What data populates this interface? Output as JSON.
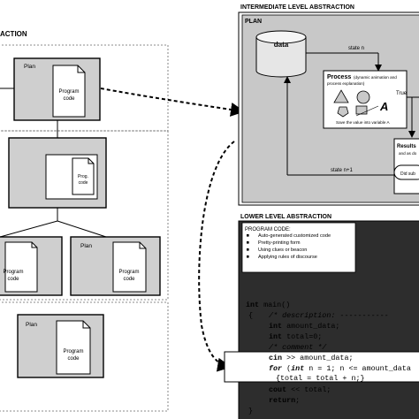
{
  "left_panel": {
    "title": "ACTION",
    "plan_label": "Plan",
    "doc_label_line1": "Program",
    "doc_label_line2": "code",
    "small_doc_line1": "Prog.",
    "small_doc_line2": "code"
  },
  "intermediate": {
    "section_title": "INTERMEDIATE LEVEL ABSTRACTION",
    "panel_title": "PLAN",
    "data_label": "data",
    "state_n": "state n",
    "state_n1": "state n+1",
    "process_title": "Process",
    "process_subtitle_1": "(dynamic animation and",
    "process_subtitle_2": "process explanation)",
    "variable_glyph": "A",
    "save_caption": "Save the value into variable A",
    "true_label": "True",
    "results_label": "Results",
    "results_sub": "and as do",
    "did_label": "Did sub"
  },
  "lower": {
    "section_title": "LOWER LEVEL ABSTRACTION",
    "program_code_title": "PROGRAM CODE:",
    "bullets": [
      "Auto-generated customized code",
      "Pretty-printing form",
      "Using clues or beacon",
      "Applying rules of discourse"
    ],
    "code": {
      "l1_kw": "int",
      "l1_rest": " main()",
      "l2_brace": "{",
      "l2_comment": "/* description: -----------",
      "l3_kw": "int",
      "l3_rest": " amount_data;",
      "l4_kw": "int",
      "l4_rest": " total=0;",
      "l5_comment": "/* comment */",
      "l6_kw": "cin",
      "l6_rest": " >> amount_data;",
      "l7_kw": "for",
      "l7_paren": " (",
      "l7_kw2": "int",
      "l7_rest": " n = 1; n <= amount_data",
      "l8_rest": "{total = total + n;}",
      "l9_kw": "cout",
      "l9_rest": " << total;",
      "l10_kw": "return",
      "l10_rest": ";",
      "l11_brace": "}"
    }
  }
}
